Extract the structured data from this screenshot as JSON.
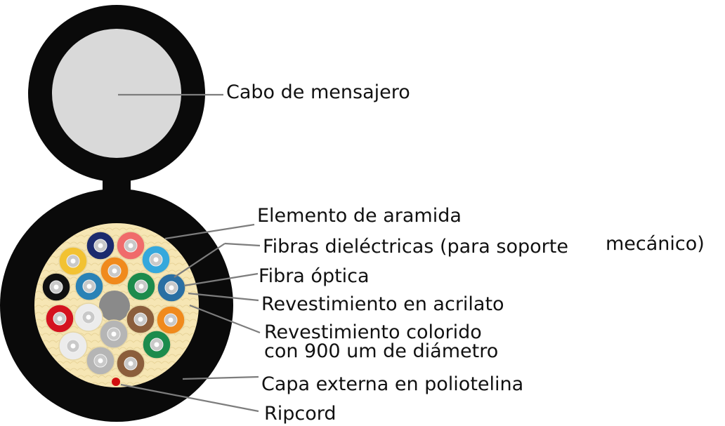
{
  "labels": {
    "messenger": "Cabo de mensajero",
    "aramid": "Elemento de aramida",
    "dielectric_a": "Fibras dieléctricas (para soporte",
    "dielectric_b": "mecánico)",
    "fiber": "Fibra óptica",
    "acrylate": "Revestimiento en acrilato",
    "colored_1": "Revestimiento colorido",
    "colored_2": "con 900 um de diámetro",
    "outer": "Capa externa en poliotelina",
    "ripcord": "Ripcord"
  },
  "colors": {
    "jacket": "#0a0a0a",
    "messenger_core": "#d9d9d9",
    "aramid_fill": "#f6e6b4",
    "central_member": "#8a8a8a",
    "ripcord": "#d10f0f",
    "fiber_colors": [
      "#1c2b6e",
      "#f06b6b",
      "#f2c232",
      "#f08a1d",
      "#35a8dc",
      "#101010",
      "#2a82b6",
      "#1c8b4c",
      "#2a6fa3",
      "#d4121f",
      "#ececec",
      "#8b5e3c",
      "#f08a1d",
      "#ececec",
      "#b5b5b5",
      "#1c8b4c",
      "#b5b5b5",
      "#8b5e3c"
    ]
  }
}
